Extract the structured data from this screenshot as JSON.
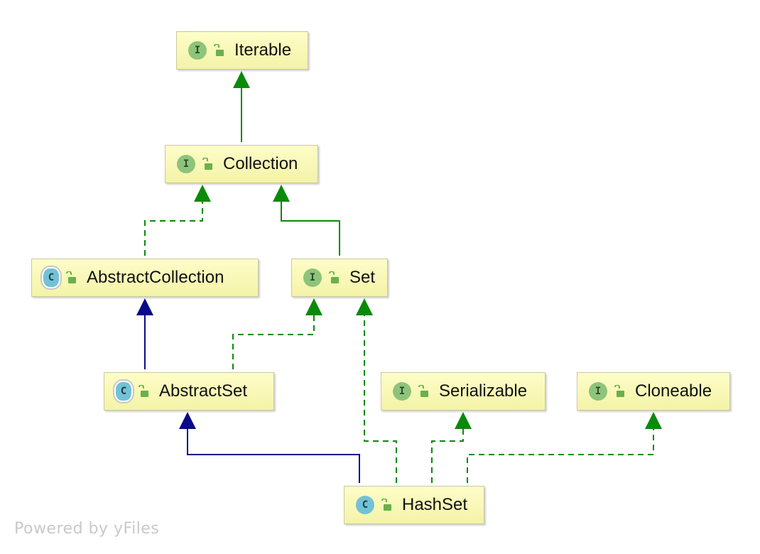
{
  "diagram": {
    "nodes": [
      {
        "id": "iterable",
        "kind": "interface",
        "badge": "I",
        "label": "Iterable"
      },
      {
        "id": "collection",
        "kind": "interface",
        "badge": "I",
        "label": "Collection"
      },
      {
        "id": "abstractcollection",
        "kind": "abstract",
        "badge": "C",
        "label": "AbstractCollection"
      },
      {
        "id": "set",
        "kind": "interface",
        "badge": "I",
        "label": "Set"
      },
      {
        "id": "abstractset",
        "kind": "abstract",
        "badge": "C",
        "label": "AbstractSet"
      },
      {
        "id": "serializable",
        "kind": "interface",
        "badge": "I",
        "label": "Serializable"
      },
      {
        "id": "cloneable",
        "kind": "interface",
        "badge": "I",
        "label": "Cloneable"
      },
      {
        "id": "hashset",
        "kind": "class",
        "badge": "C",
        "label": "HashSet"
      }
    ],
    "edges": [
      {
        "from": "collection",
        "to": "iterable",
        "type": "interface-extends"
      },
      {
        "from": "abstractcollection",
        "to": "collection",
        "type": "implements"
      },
      {
        "from": "set",
        "to": "collection",
        "type": "interface-extends"
      },
      {
        "from": "abstractset",
        "to": "abstractcollection",
        "type": "extends"
      },
      {
        "from": "abstractset",
        "to": "set",
        "type": "implements"
      },
      {
        "from": "hashset",
        "to": "abstractset",
        "type": "extends"
      },
      {
        "from": "hashset",
        "to": "set",
        "type": "implements"
      },
      {
        "from": "hashset",
        "to": "serializable",
        "type": "implements"
      },
      {
        "from": "hashset",
        "to": "cloneable",
        "type": "implements"
      }
    ],
    "colors": {
      "interface_extends": "#0a8a0a",
      "implements": "#0a8a0a",
      "extends": "#0b0b8a",
      "node_fill": "#fdfdc8",
      "interface_badge": "#8dc47a",
      "class_badge": "#72c2d6",
      "lock_icon": "#6ab04c"
    }
  },
  "watermark": "Powered by yFiles"
}
